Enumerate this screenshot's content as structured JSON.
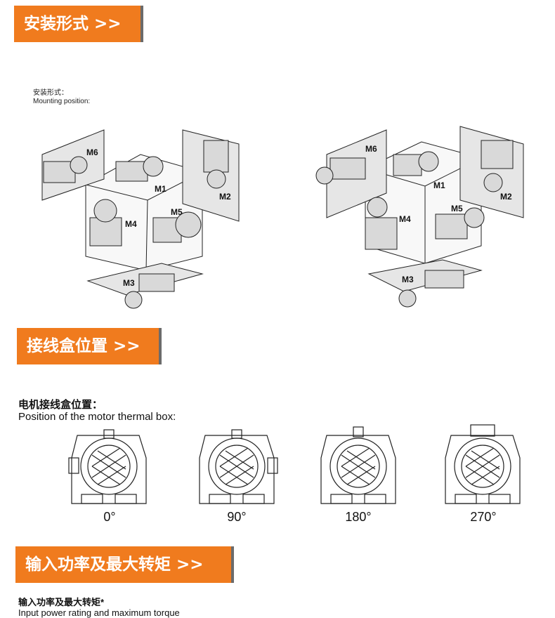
{
  "sections": [
    {
      "title": "安装形式 >>"
    },
    {
      "title": "接线盒位置 >>"
    },
    {
      "title": "输入功率及最大转矩 >>"
    }
  ],
  "mounting": {
    "caption_zh": "安装形式：",
    "caption_en": "Mounting position:",
    "labels": [
      "M1",
      "M2",
      "M3",
      "M4",
      "M5",
      "M6"
    ]
  },
  "thermal_box": {
    "caption_zh": "电机接线盒位置：",
    "caption_en": "Position of the motor thermal box:",
    "angles": [
      "0°",
      "90°",
      "180°",
      "270°"
    ]
  },
  "power": {
    "caption_zh": "输入功率及最大转矩*",
    "caption_en": "Input power rating and maximum torque"
  },
  "colors": {
    "accent": "#f07b1e",
    "shadow": "#6b6b6b"
  }
}
